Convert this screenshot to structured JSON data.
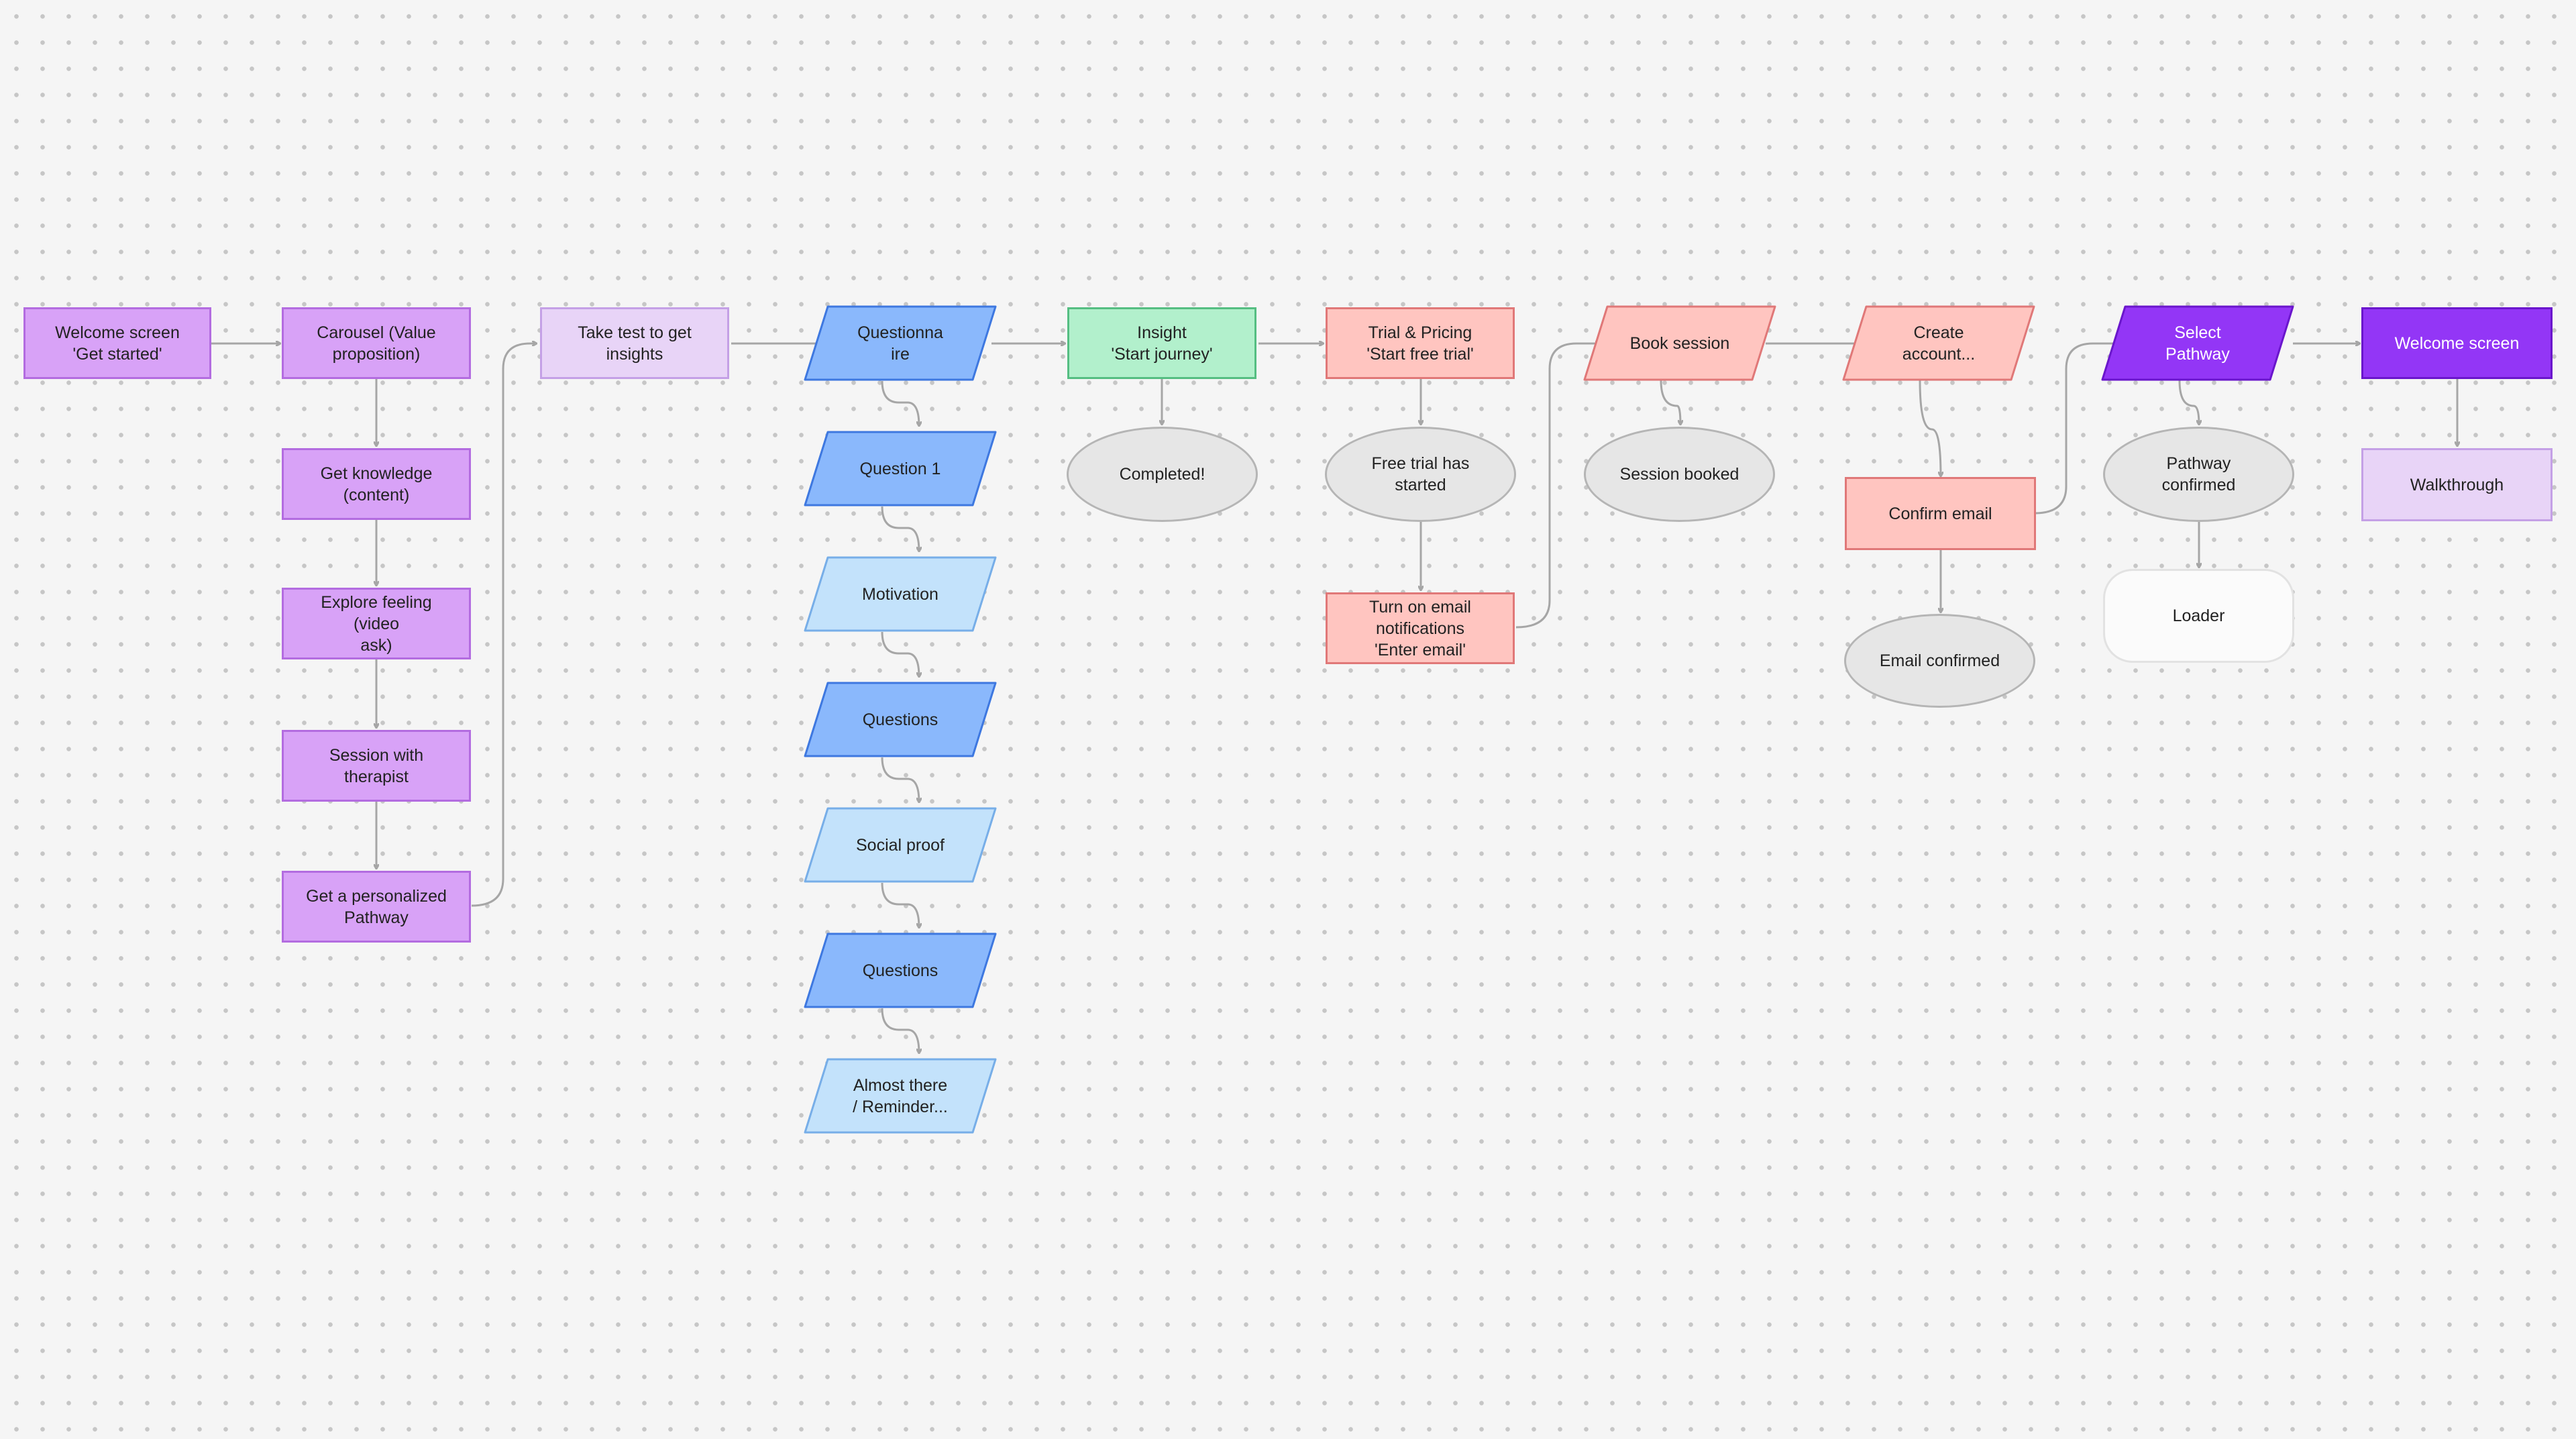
{
  "colors": {
    "purple": "#d8a2f7",
    "purple_border": "#b36ce0",
    "lavender": "#e8d4f7",
    "lavender_border": "#c4a0e6",
    "blue": "#8ab8fc",
    "blue_border": "#3e78e0",
    "light_blue": "#c3e2fb",
    "light_blue_border": "#77aee8",
    "green": "#b2f0cc",
    "green_border": "#55be82",
    "pink": "#ffc5c0",
    "pink_border": "#e07878",
    "violet": "#9336f6",
    "violet_border": "#6a16cc",
    "ellipse": "#e6e6e6",
    "ellipse_border": "#b5b5b5",
    "connector": "#a6a6a6"
  },
  "nodes": {
    "welcome_get_started": "Welcome screen\n'Get started'",
    "carousel": "Carousel (Value\nproposition)",
    "get_knowledge": "Get knowledge\n(content)",
    "explore_feeling": "Explore feeling (video\nask)",
    "session_therapist": "Session with therapist",
    "personalized_pathway": "Get a personalized\nPathway",
    "take_test": "Take test to get\ninsights",
    "questionnaire": "Questionna\nire",
    "question_1": "Question 1",
    "motivation": "Motivation",
    "questions_1": "Questions",
    "social_proof": "Social proof",
    "questions_2": "Questions",
    "almost_there": "Almost there\n/ Reminder...",
    "insight": "Insight\n'Start journey'",
    "completed": "Completed!",
    "trial_pricing": "Trial & Pricing\n'Start free trial'",
    "free_trial_started": "Free trial has\nstarted",
    "email_notifications": "Turn on email\nnotifications\n'Enter email'",
    "book_session": "Book session",
    "session_booked": "Session booked",
    "create_account": "Create\naccount...",
    "confirm_email": "Confirm email",
    "email_confirmed": "Email confirmed",
    "select_pathway": "Select\nPathway",
    "pathway_confirmed": "Pathway\nconfirmed",
    "loader": "Loader",
    "welcome_screen": "Welcome screen",
    "walkthrough": "Walkthrough"
  }
}
